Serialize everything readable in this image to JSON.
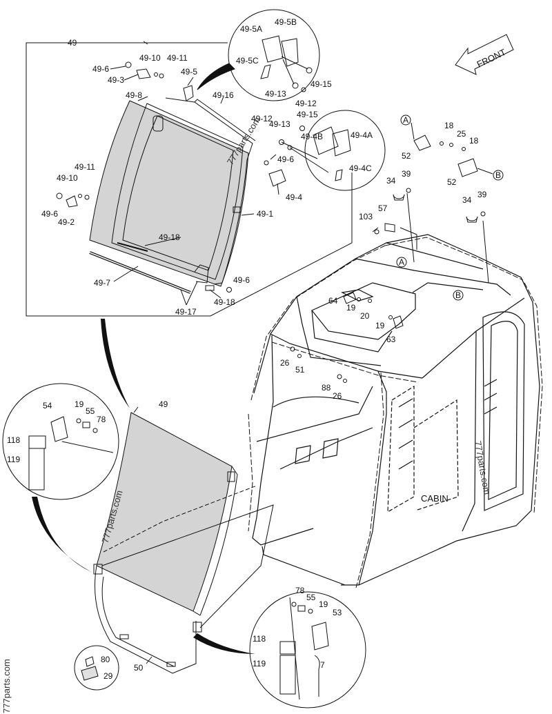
{
  "diagram": {
    "cabin_label": "CABIN",
    "front_label": "FRONT",
    "watermark": "777parts.com",
    "labels": {
      "p49_frame": "49",
      "p49_5A": "49-5A",
      "p49_5B": "49-5B",
      "p49_5C": "49-5C",
      "p49_13a": "49-13",
      "p49_15a": "49-15",
      "p49_12a": "49-12",
      "p49_6a": "49-6",
      "p49_10a": "49-10",
      "p49_11a": "49-11",
      "p49_3": "49-3",
      "p49_5": "49-5",
      "p49_8": "49-8",
      "p49_16": "49-16",
      "p49_12b": "49-12",
      "p49_13b": "49-13",
      "p49_15b": "49-15",
      "p49_4B": "49-4B",
      "p49_4A": "49-4A",
      "p49_4C": "49-4C",
      "p49_6b": "49-6",
      "p49_4": "49-4",
      "p49_11b": "49-11",
      "p49_10b": "49-10",
      "p49_6c": "49-6",
      "p49_2": "49-2",
      "p49_1": "49-1",
      "p49_18a": "49-18",
      "p49_7": "49-7",
      "p49_6d": "49-6",
      "p49_18b": "49-18",
      "p49_17": "49-17",
      "A_top": "A",
      "B_top": "B",
      "A_cab": "A",
      "B_cab": "B",
      "p18a": "18",
      "p25": "25",
      "p18b": "18",
      "p52a": "52",
      "p52b": "52",
      "p34a": "34",
      "p39a": "39",
      "p34b": "34",
      "p39b": "39",
      "p57": "57",
      "p103": "103",
      "p64": "64",
      "p19a": "19",
      "p20": "20",
      "p19b": "19",
      "p63": "63",
      "p26a": "26",
      "p51": "51",
      "p88": "88",
      "p26b": "26",
      "p54": "54",
      "p19c": "19",
      "p55a": "55",
      "p78a": "78",
      "p118a": "118",
      "p119a": "119",
      "p49_door": "49",
      "p78b": "78",
      "p55b": "55",
      "p19d": "19",
      "p53": "53",
      "p118b": "118",
      "p119b": "119",
      "p7": "7",
      "p50": "50",
      "p80": "80",
      "p29": "29"
    }
  }
}
